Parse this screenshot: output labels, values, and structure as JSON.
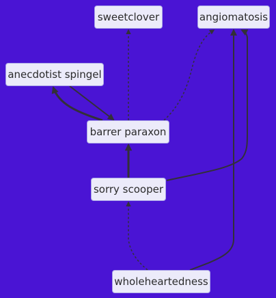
{
  "background_color": "#4a14d4",
  "edge_color": "#333038",
  "node_fill": "#ecebfa",
  "node_border": "#a9a4e6",
  "nodes": {
    "sweetclover": "sweetclover",
    "angiomatosis": "angiomatosis",
    "anecdotist_spingel": "anecdotist spingel",
    "barrer_paraxon": "barrer paraxon",
    "sorry_scooper": "sorry scooper",
    "wholeheartedness": "wholeheartedness"
  },
  "edges": [
    {
      "from": "barrer paraxon",
      "to": "sweetclover",
      "style": "dotted"
    },
    {
      "from": "barrer paraxon",
      "to": "angiomatosis",
      "style": "dotted"
    },
    {
      "from": "barrer paraxon",
      "to": "anecdotist spingel",
      "style": "thick"
    },
    {
      "from": "anecdotist spingel",
      "to": "barrer paraxon",
      "style": "solid"
    },
    {
      "from": "sorry scooper",
      "to": "barrer paraxon",
      "style": "thick"
    },
    {
      "from": "sorry scooper",
      "to": "angiomatosis",
      "style": "solid"
    },
    {
      "from": "wholeheartedness",
      "to": "sorry scooper",
      "style": "dotted"
    },
    {
      "from": "wholeheartedness",
      "to": "angiomatosis",
      "style": "solid"
    }
  ]
}
